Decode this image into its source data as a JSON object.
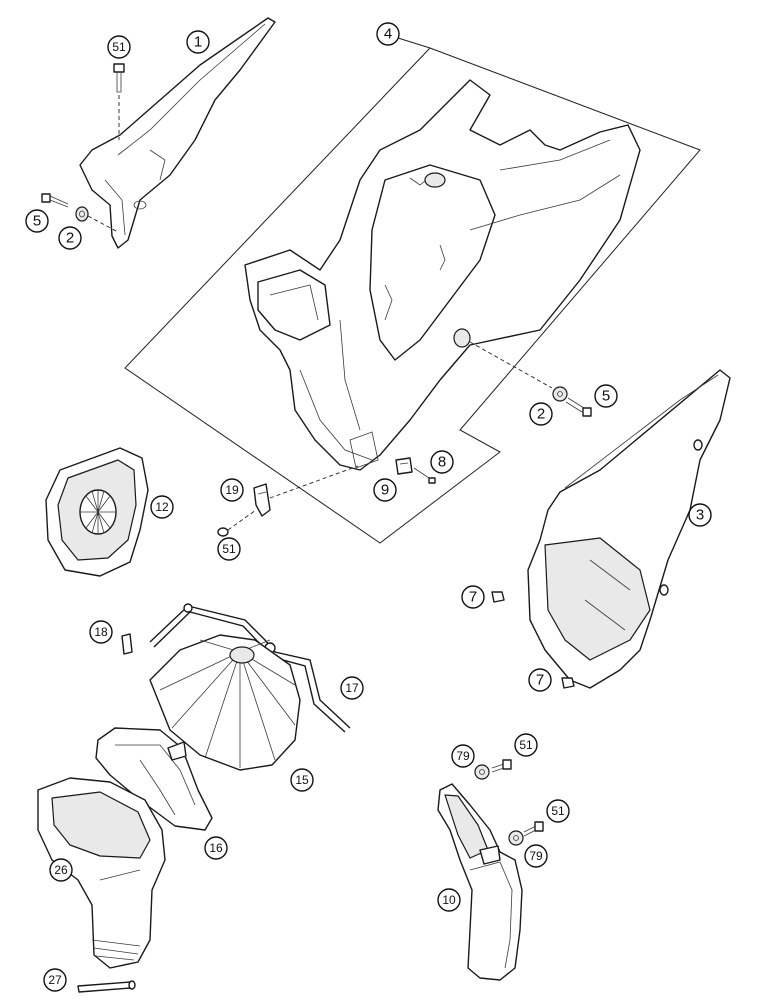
{
  "callouts": {
    "c1": "1",
    "c2a": "2",
    "c2b": "2",
    "c3": "3",
    "c4": "4",
    "c5a": "5",
    "c5b": "5",
    "c7a": "7",
    "c7b": "7",
    "c8": "8",
    "c9": "9",
    "c10": "10",
    "c12": "12",
    "c15": "15",
    "c16": "16",
    "c17": "17",
    "c18": "18",
    "c19": "19",
    "c26": "26",
    "c27": "27",
    "c51a": "51",
    "c51b": "51",
    "c51c": "51",
    "c51d": "51",
    "c79a": "79",
    "c79b": "79"
  },
  "colors": {
    "line": "#1a1a1a",
    "background": "#ffffff",
    "shade": "#e9e9e9"
  }
}
